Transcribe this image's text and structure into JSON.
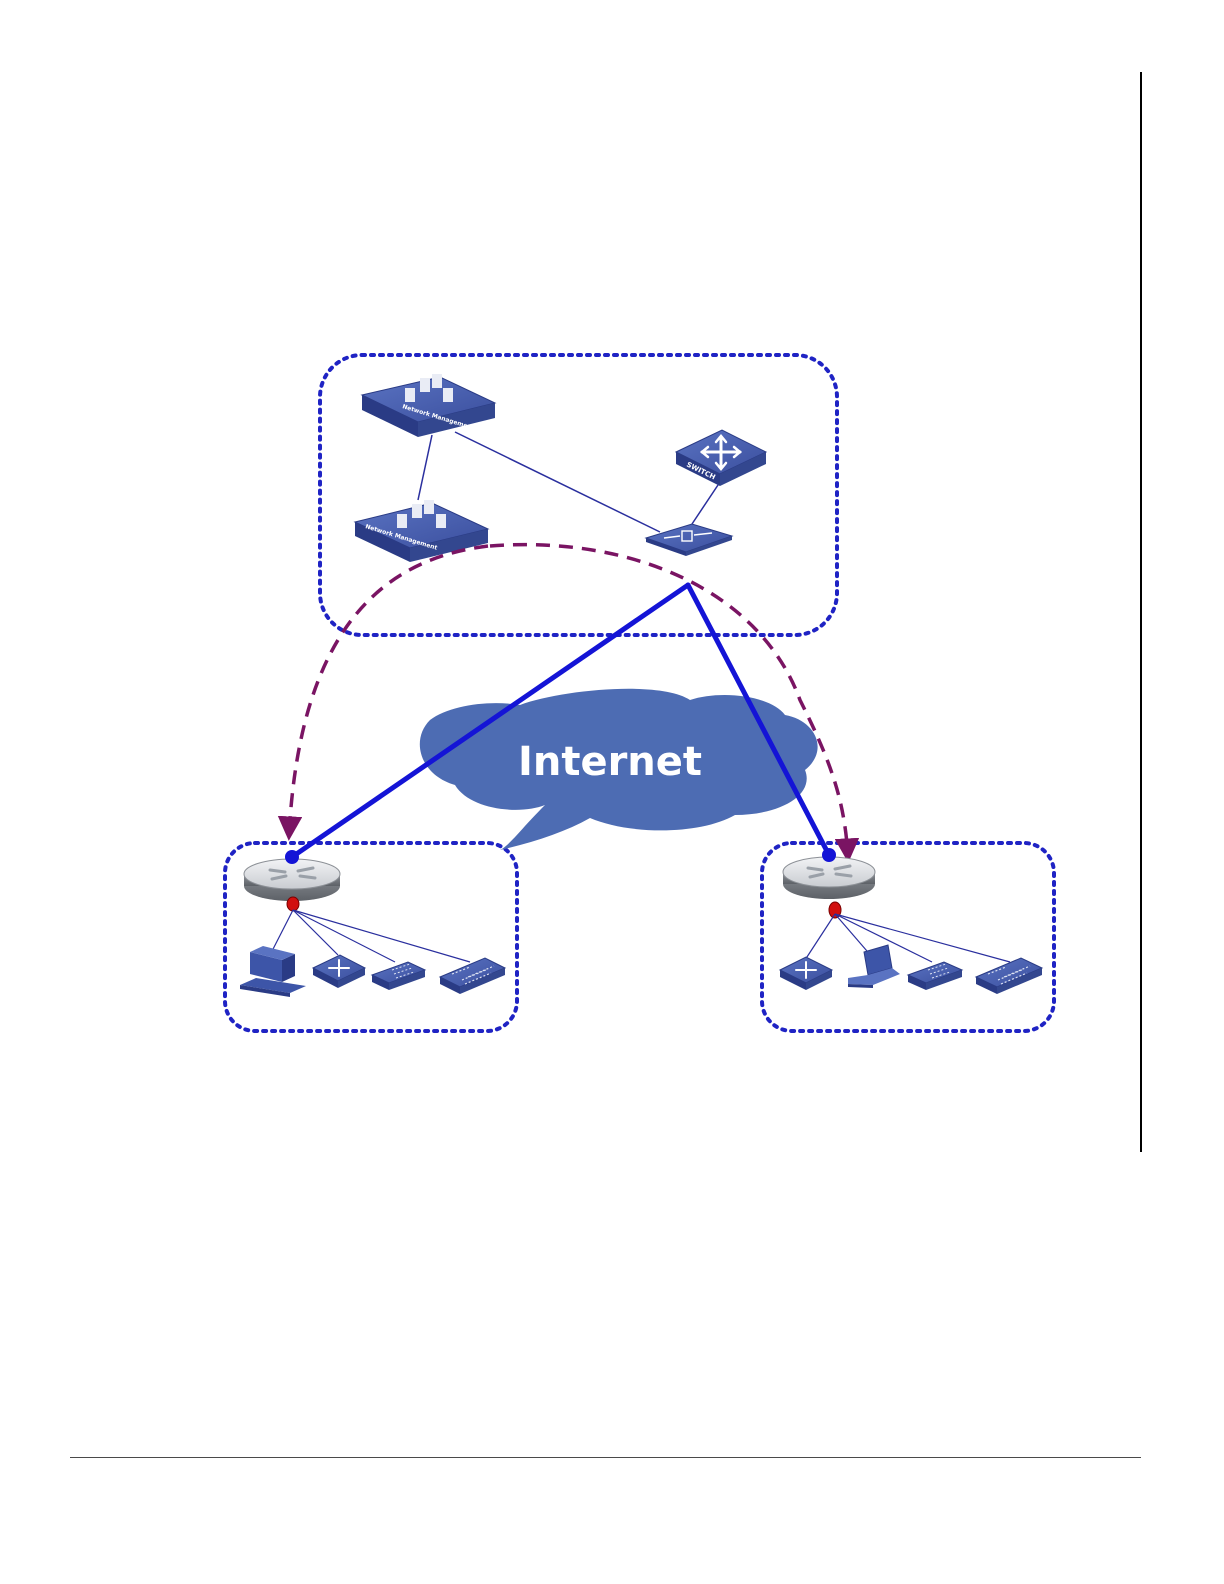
{
  "diagram": {
    "cloud_label": "Internet",
    "device_labels": {
      "nms_top": "Network Management",
      "nms_bottom": "Network Management",
      "core_switch": "SWITCH"
    },
    "colors": {
      "zone_border": "#1f23c4",
      "tunnel_line": "#1414d6",
      "dashed_path": "#7a1463",
      "device_blue": "#3d55a8",
      "device_dark": "#2a3b85",
      "cloud_fill": "#4d6cb3",
      "router_grey": "#b8bcc2",
      "port_red": "#d10f0f"
    }
  }
}
